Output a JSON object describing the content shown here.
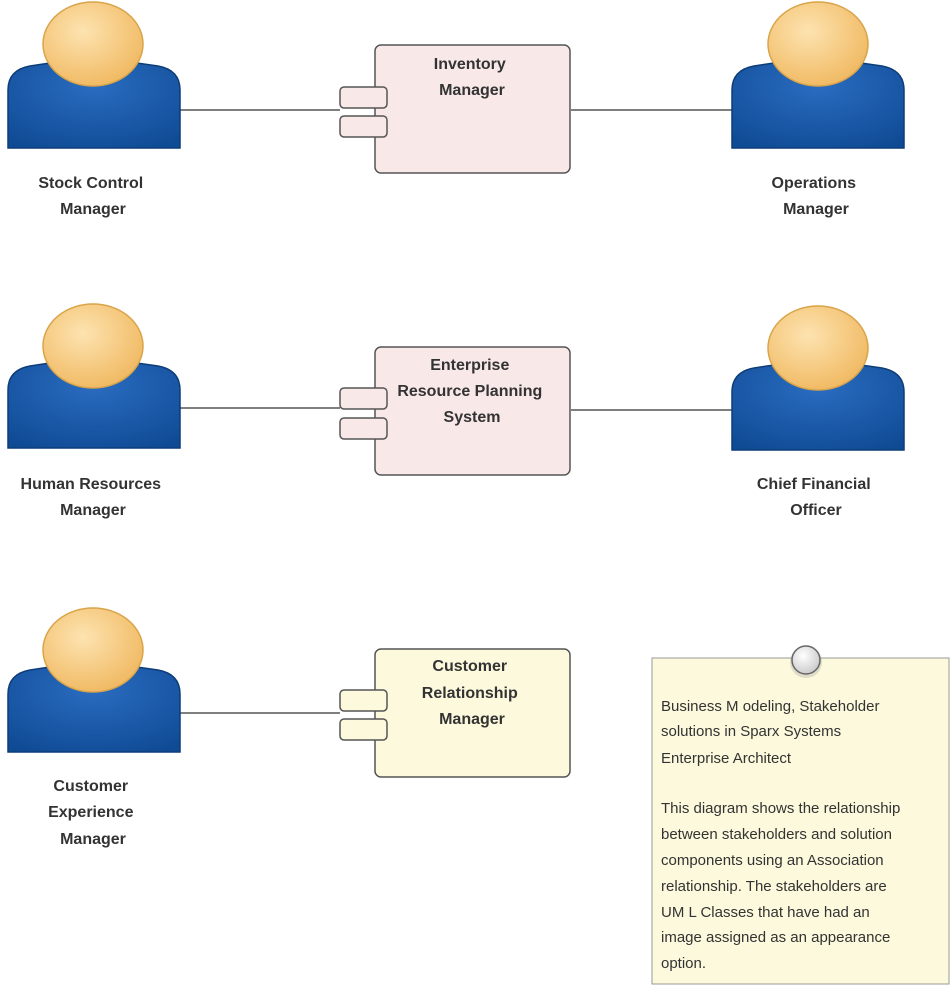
{
  "actors": {
    "stock_control": {
      "lines": [
        "Stock Control",
        "Manager"
      ]
    },
    "operations": {
      "lines": [
        "Operations",
        "Manager"
      ]
    },
    "human_resources": {
      "lines": [
        "Human Resources",
        "Manager"
      ]
    },
    "cfo": {
      "lines": [
        "Chief Financial",
        "Officer"
      ]
    },
    "customer_experience": {
      "lines": [
        "Customer",
        "Experience",
        "Manager"
      ]
    }
  },
  "components": {
    "inventory": {
      "lines": [
        "Inventory",
        "Manager"
      ],
      "fill": "#f8e8e8"
    },
    "erp": {
      "lines": [
        "Enterprise",
        "Resource Planning",
        "System"
      ],
      "fill": "#f8e8e8"
    },
    "crm": {
      "lines": [
        "Customer",
        "Relationship",
        "Manager"
      ],
      "fill": "#fcf9dc"
    }
  },
  "note": {
    "fill": "#fcf9dc",
    "lines": [
      "Business M odeling, Stakeholder",
      "solutions in Sparx Systems",
      "Enterprise Architect",
      "",
      "This diagram shows the relationship",
      "between stakeholders and solution",
      "components using an Association",
      "relationship. The stakeholders are",
      "UM L Classes that have had an",
      "image assigned as an appearance",
      "option."
    ]
  },
  "colors": {
    "actor_head": "#f5c77a",
    "actor_head_stroke": "#d9a44a",
    "actor_body": "#1a5aa8",
    "actor_body_stroke": "#0d3d78",
    "line": "#555555"
  }
}
